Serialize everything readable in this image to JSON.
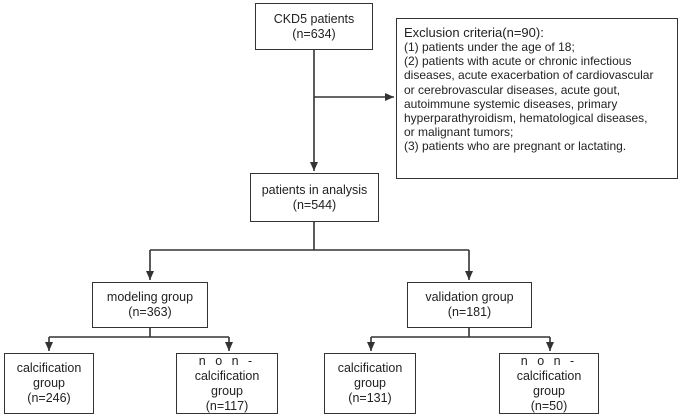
{
  "boxes": {
    "ckd5": {
      "line1": "CKD5 patients",
      "line2": "(n=634)"
    },
    "exclusion": {
      "title": "Exclusion criteria(n=90):",
      "lines": [
        "(1) patients under the age of 18;",
        "(2) patients with acute or chronic infectious",
        "diseases, acute exacerbation of cardiovascular",
        "or cerebrovascular diseases, acute gout,",
        "autoimmune systemic diseases, primary",
        "hyperparathyroidism, hematological diseases,",
        "or malignant tumors;",
        "(3) patients who are pregnant or lactating."
      ]
    },
    "analysis": {
      "line1": "patients in analysis",
      "line2": "(n=544)"
    },
    "modeling": {
      "line1": "modeling group",
      "line2": "(n=363)"
    },
    "validation": {
      "line1": "validation group",
      "line2": "(n=181)"
    },
    "model_calc": {
      "line1": "calcification",
      "line2": "group",
      "line3": "(n=246)"
    },
    "model_noncalc": {
      "line1": "n o n -",
      "line2": "calcification",
      "line3": "group",
      "line4": "(n=117)"
    },
    "valid_calc": {
      "line1": "calcification",
      "line2": "group",
      "line3": "(n=131)"
    },
    "valid_noncalc": {
      "line1": "n o n -",
      "line2": "calcification",
      "line3": "group",
      "line4": "(n=50)"
    }
  }
}
